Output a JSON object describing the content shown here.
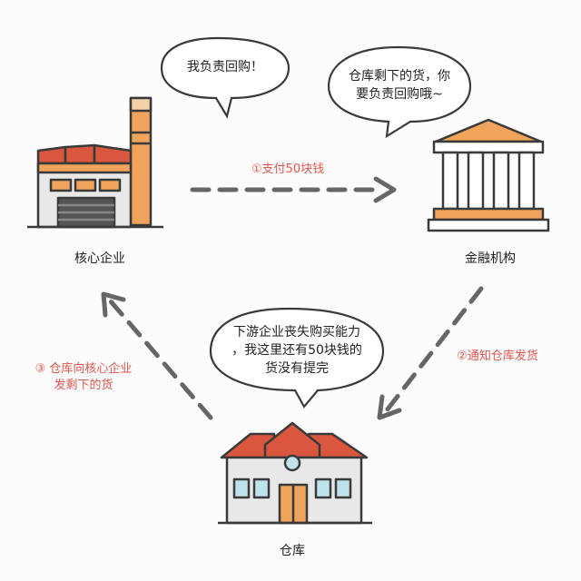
{
  "nodes": {
    "enterprise": {
      "label": "核心企业"
    },
    "bank": {
      "label": "金融机构"
    },
    "warehouse": {
      "label": "仓库"
    }
  },
  "bubbles": {
    "enterprise": "我负责回购！",
    "bank": "仓库剩下的货，你\n要负责回购哦~",
    "warehouse": "下游企业丧失购买能力\n，我这里还有50块钱的\n货没有提完"
  },
  "steps": {
    "step1": "①支付50块钱",
    "step2": "②通知仓库发货",
    "step3": "③ 仓库向核心企业\n发剩下的货"
  },
  "colors": {
    "accent": "#e2554b",
    "outline": "#3a3a3a",
    "orange": "#f0a35a",
    "roof": "#d9573f",
    "wall": "#e8e8e8",
    "arrow": "#666666"
  }
}
